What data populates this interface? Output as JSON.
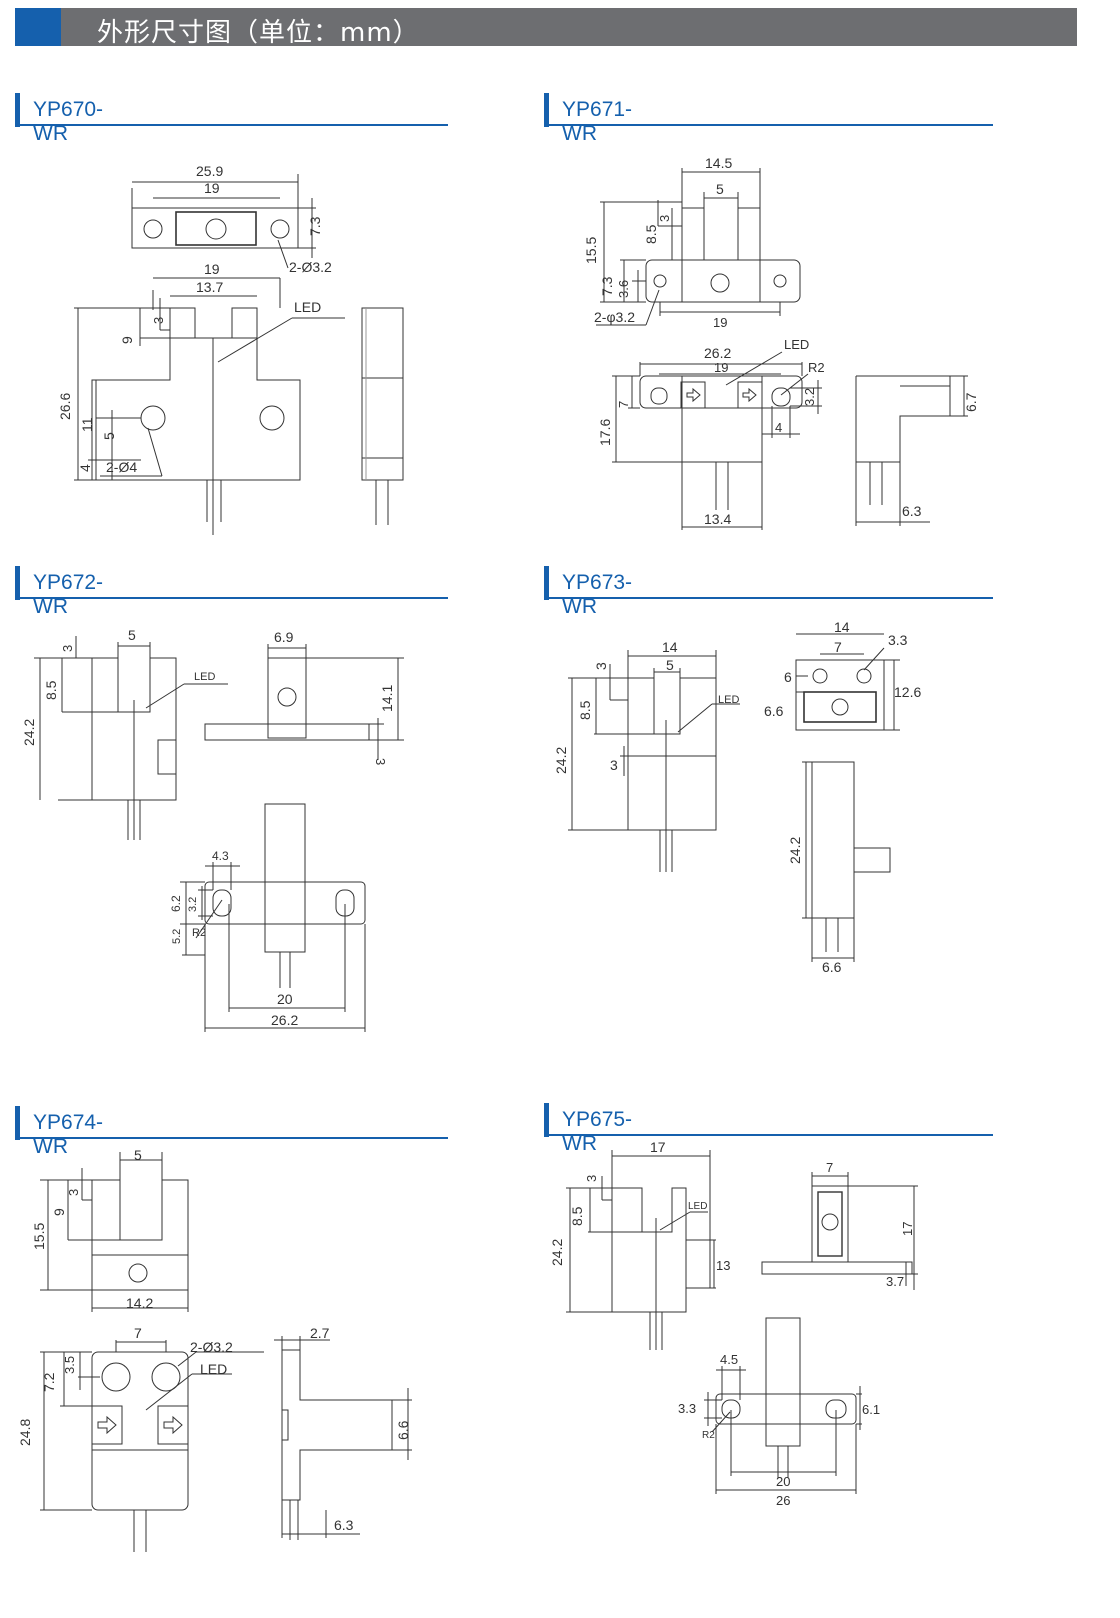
{
  "page_title": "外形尺寸图（单位：mm）",
  "models": {
    "yp670": {
      "name": "YP670-WR",
      "dims": {
        "d1": "25.9",
        "d2": "19",
        "d3": "7.3",
        "d4": "2-Ø3.2",
        "d5": "19",
        "d6": "13.7",
        "d7": "LED",
        "d8": "3",
        "d9": "9",
        "d10": "26.6",
        "d11": "11",
        "d12": "5",
        "d13": "4",
        "d14": "2-Ø4"
      }
    },
    "yp671": {
      "name": "YP671-WR",
      "dims": {
        "d1": "14.5",
        "d2": "5",
        "d3": "3",
        "d4": "8.5",
        "d5": "15.5",
        "d6": "7.3",
        "d7": "3.6",
        "d8": "2-φ3.2",
        "d9": "19",
        "d10": "26.2",
        "d11": "LED",
        "d12": "19",
        "d13": "R2",
        "d14": "7",
        "d15": "17.6",
        "d16": "3.2",
        "d17": "4",
        "d18": "13.4",
        "d19": "6.7",
        "d20": "6.3"
      }
    },
    "yp672": {
      "name": "YP672-WR",
      "dims": {
        "d1": "3",
        "d2": "5",
        "d3": "8.5",
        "d4": "24.2",
        "d5": "LED",
        "d6": "6.9",
        "d7": "14.1",
        "d8": "3",
        "d9": "4.3",
        "d10": "6.2",
        "d11": "3.2",
        "d12": "5.2",
        "d13": "R2",
        "d14": "20",
        "d15": "26.2"
      }
    },
    "yp673": {
      "name": "YP673-WR",
      "dims": {
        "d1": "14",
        "d2": "5",
        "d3": "3",
        "d4": "8.5",
        "d5": "24.2",
        "d6": "3",
        "d7": "LED",
        "d8": "14",
        "d9": "3.3",
        "d10": "7",
        "d11": "6",
        "d12": "6.6",
        "d13": "12.6",
        "d14": "24.2",
        "d15": "6.6"
      }
    },
    "yp674": {
      "name": "YP674-WR",
      "dims": {
        "d1": "5",
        "d2": "3",
        "d3": "9",
        "d4": "15.5",
        "d5": "14.2",
        "d6": "7",
        "d7": "2-Ø3.2",
        "d8": "LED",
        "d9": "3.5",
        "d10": "7.2",
        "d11": "24.8",
        "d12": "2.7",
        "d13": "6.6",
        "d14": "6.3"
      }
    },
    "yp675": {
      "name": "YP675-WR",
      "dims": {
        "d1": "17",
        "d2": "3",
        "d3": "8.5",
        "d4": "24.2",
        "d5": "LED",
        "d6": "13",
        "d7": "7",
        "d8": "17",
        "d9": "3.7",
        "d10": "4.5",
        "d11": "3.3",
        "d12": "R2",
        "d13": "6.1",
        "d14": "20",
        "d15": "26"
      }
    }
  }
}
